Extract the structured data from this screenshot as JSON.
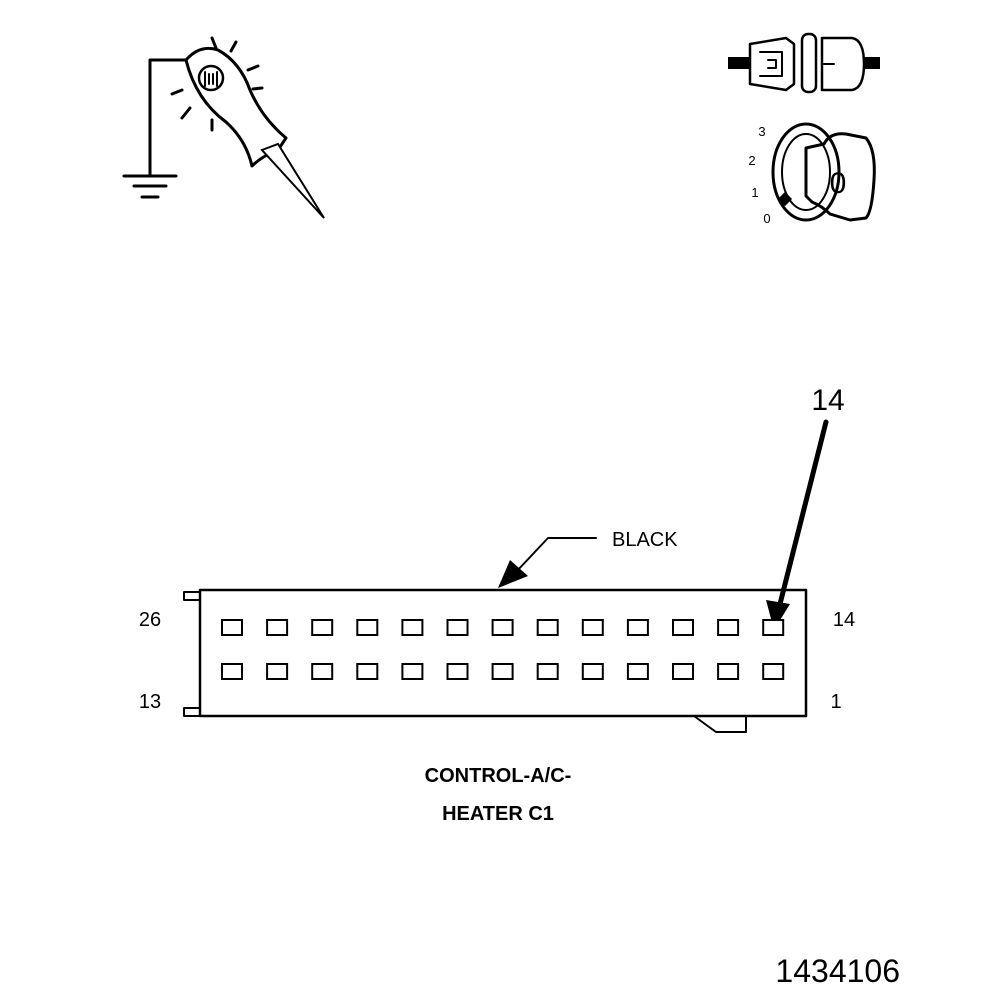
{
  "icons": {
    "test_light": "test-light-probe-icon",
    "ground": "ground-symbol-icon",
    "disconnect": "connector-disconnected-icon",
    "ignition": "ignition-key-off-icon"
  },
  "ignition": {
    "positions": [
      "3",
      "2",
      "1",
      "0"
    ],
    "key_label": "0"
  },
  "callout": {
    "pin_number": "14",
    "color_label": "BLACK"
  },
  "connector": {
    "corner_labels": {
      "top_left": "26",
      "bottom_left": "13",
      "top_right": "14",
      "bottom_right": "1"
    },
    "rows": 2,
    "pins_per_row": 13,
    "highlighted_pin": "14"
  },
  "caption": {
    "line1": "CONTROL-A/C-",
    "line2": "HEATER C1"
  },
  "figure_id": "1434106"
}
